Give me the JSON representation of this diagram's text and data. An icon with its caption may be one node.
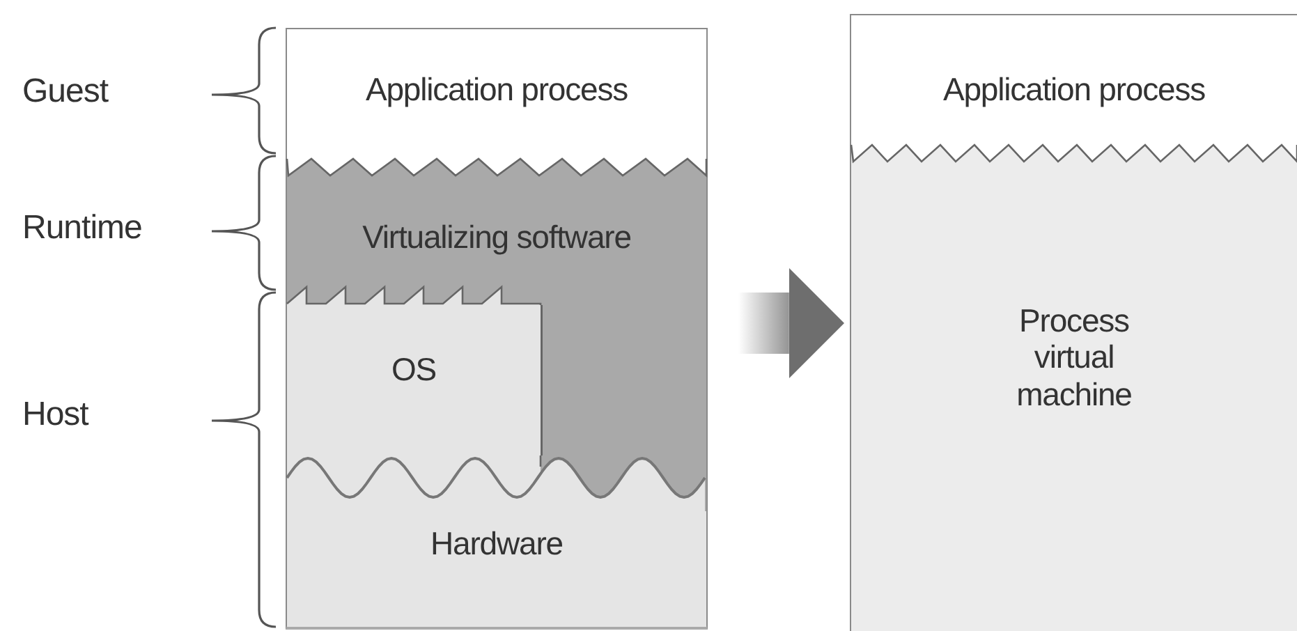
{
  "diagram": {
    "nodes": [
      {
        "text": [],
        "shape": "box"
      },
      {
        "text": [
          "Application process"
        ],
        "in": 0
      },
      {
        "text": [
          "Virtualizing software"
        ],
        "in": 0
      },
      {
        "text": [
          "OS"
        ],
        "in": 0
      },
      {
        "text": [
          "Hardware"
        ],
        "in": 0
      },
      {
        "text": [],
        "shape": "box"
      },
      {
        "text": [
          "Application process"
        ],
        "in": 5
      },
      {
        "text": [
          "Process virtual machine"
        ],
        "in": 5
      }
    ],
    "edges": [
      {
        "from": 0,
        "to": 5,
        "arrow": "to",
        "style": "thick"
      }
    ],
    "labels": [
      "Guest",
      "Runtime",
      "Host"
    ]
  }
}
